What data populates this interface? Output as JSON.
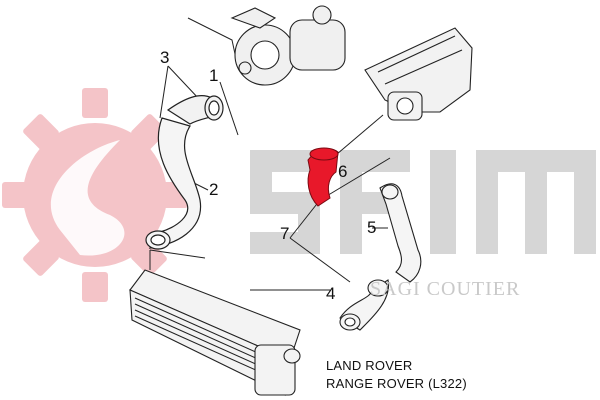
{
  "callouts": {
    "c1": "1",
    "c2": "2",
    "c3": "3",
    "c4": "4",
    "c5": "5",
    "c6": "6",
    "c7": "7"
  },
  "watermark": {
    "logo_text": "SEIM",
    "subtitle": "SAGI COUTIER"
  },
  "caption": {
    "line1": "LAND ROVER",
    "line2": "RANGE ROVER (L322)"
  },
  "colors": {
    "highlight_hose": "#e8182a",
    "watermark_pink": "#f4c4c8",
    "watermark_grey": "#d6d6d6",
    "line": "#222222"
  }
}
